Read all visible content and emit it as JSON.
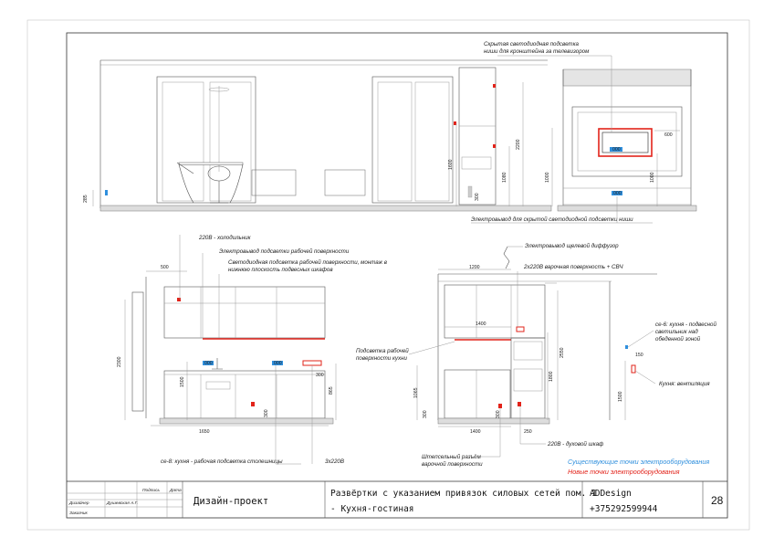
{
  "colors": {
    "existing": "#2f8fdd",
    "new": "#e2231a",
    "line": "#555555"
  },
  "annotations": {
    "hidden_led_niche": [
      "Скрытая светодиодная подсветка",
      "ниши для кронштейна за телевизором"
    ],
    "hidden_led_outlet": "Электровывод для скрытой светодиодной подсветки ниши",
    "fridge": "220В - холодильник",
    "work_light_outlet": "Электровывод подсветки рабочей поверхности",
    "work_led": [
      "Светодиодная подсветка рабочей поверхности, монтаж в",
      "нижнюю плоскость подвесных шкафов"
    ],
    "slot_diffuser": "Электровывод щелевой диффузор",
    "hob_mw": "2х220В варочная поверхность + СВЧ",
    "kitchen_work_light": [
      "Подсветка рабочей",
      "поверхности кухни"
    ],
    "ce6": [
      "се-6: кухня - подвесной",
      "светильник над",
      "обеденной зоной"
    ],
    "vent": "Кухня: вентиляция",
    "ce8": "се-8: кухня - рабочая подсветка столешницы",
    "three_220": "3х220В",
    "plug": [
      "Штепсельный разъём",
      "варочной поверхности"
    ],
    "oven": "220В - духовой шкаф"
  },
  "dims": {
    "d2200": "2200",
    "d1600": "1600",
    "d1080": "1080",
    "d285": "285",
    "d300": "300",
    "d1000a": "1000",
    "d1000b": "1000",
    "d600": "600",
    "d500": "500",
    "d2300": "2300",
    "d1500": "1500",
    "d300b": "300",
    "d865": "865",
    "d300c": "300",
    "d1650": "1650",
    "d1200": "1200",
    "d1400a": "1400",
    "d2550": "2550",
    "d1800": "1800",
    "d1065": "1065",
    "d300d": "300",
    "d300e": "300",
    "d250": "250",
    "d1400b": "1400",
    "d150": "150",
    "d1500b": "1500"
  },
  "markers": {
    "tag": "000"
  },
  "legend": {
    "existing": "Существующие точки электрооборудования",
    "new": "Новые точки электрооборудования"
  },
  "title_block": {
    "sign_label": "Подпись",
    "date_label": "Дата",
    "designer_label": "Дизайнер",
    "designer_name": "Душевская А.Г.",
    "customer_label": "Заказчик",
    "project": "Дизайн-проект",
    "sheet_title_1": "Развёртки с указанием привязок силовых сетей пом. 1",
    "sheet_title_2": "- Кухня-гостиная",
    "company": "ADDesign",
    "phone": "+375292599944",
    "sheet_no": "28"
  }
}
